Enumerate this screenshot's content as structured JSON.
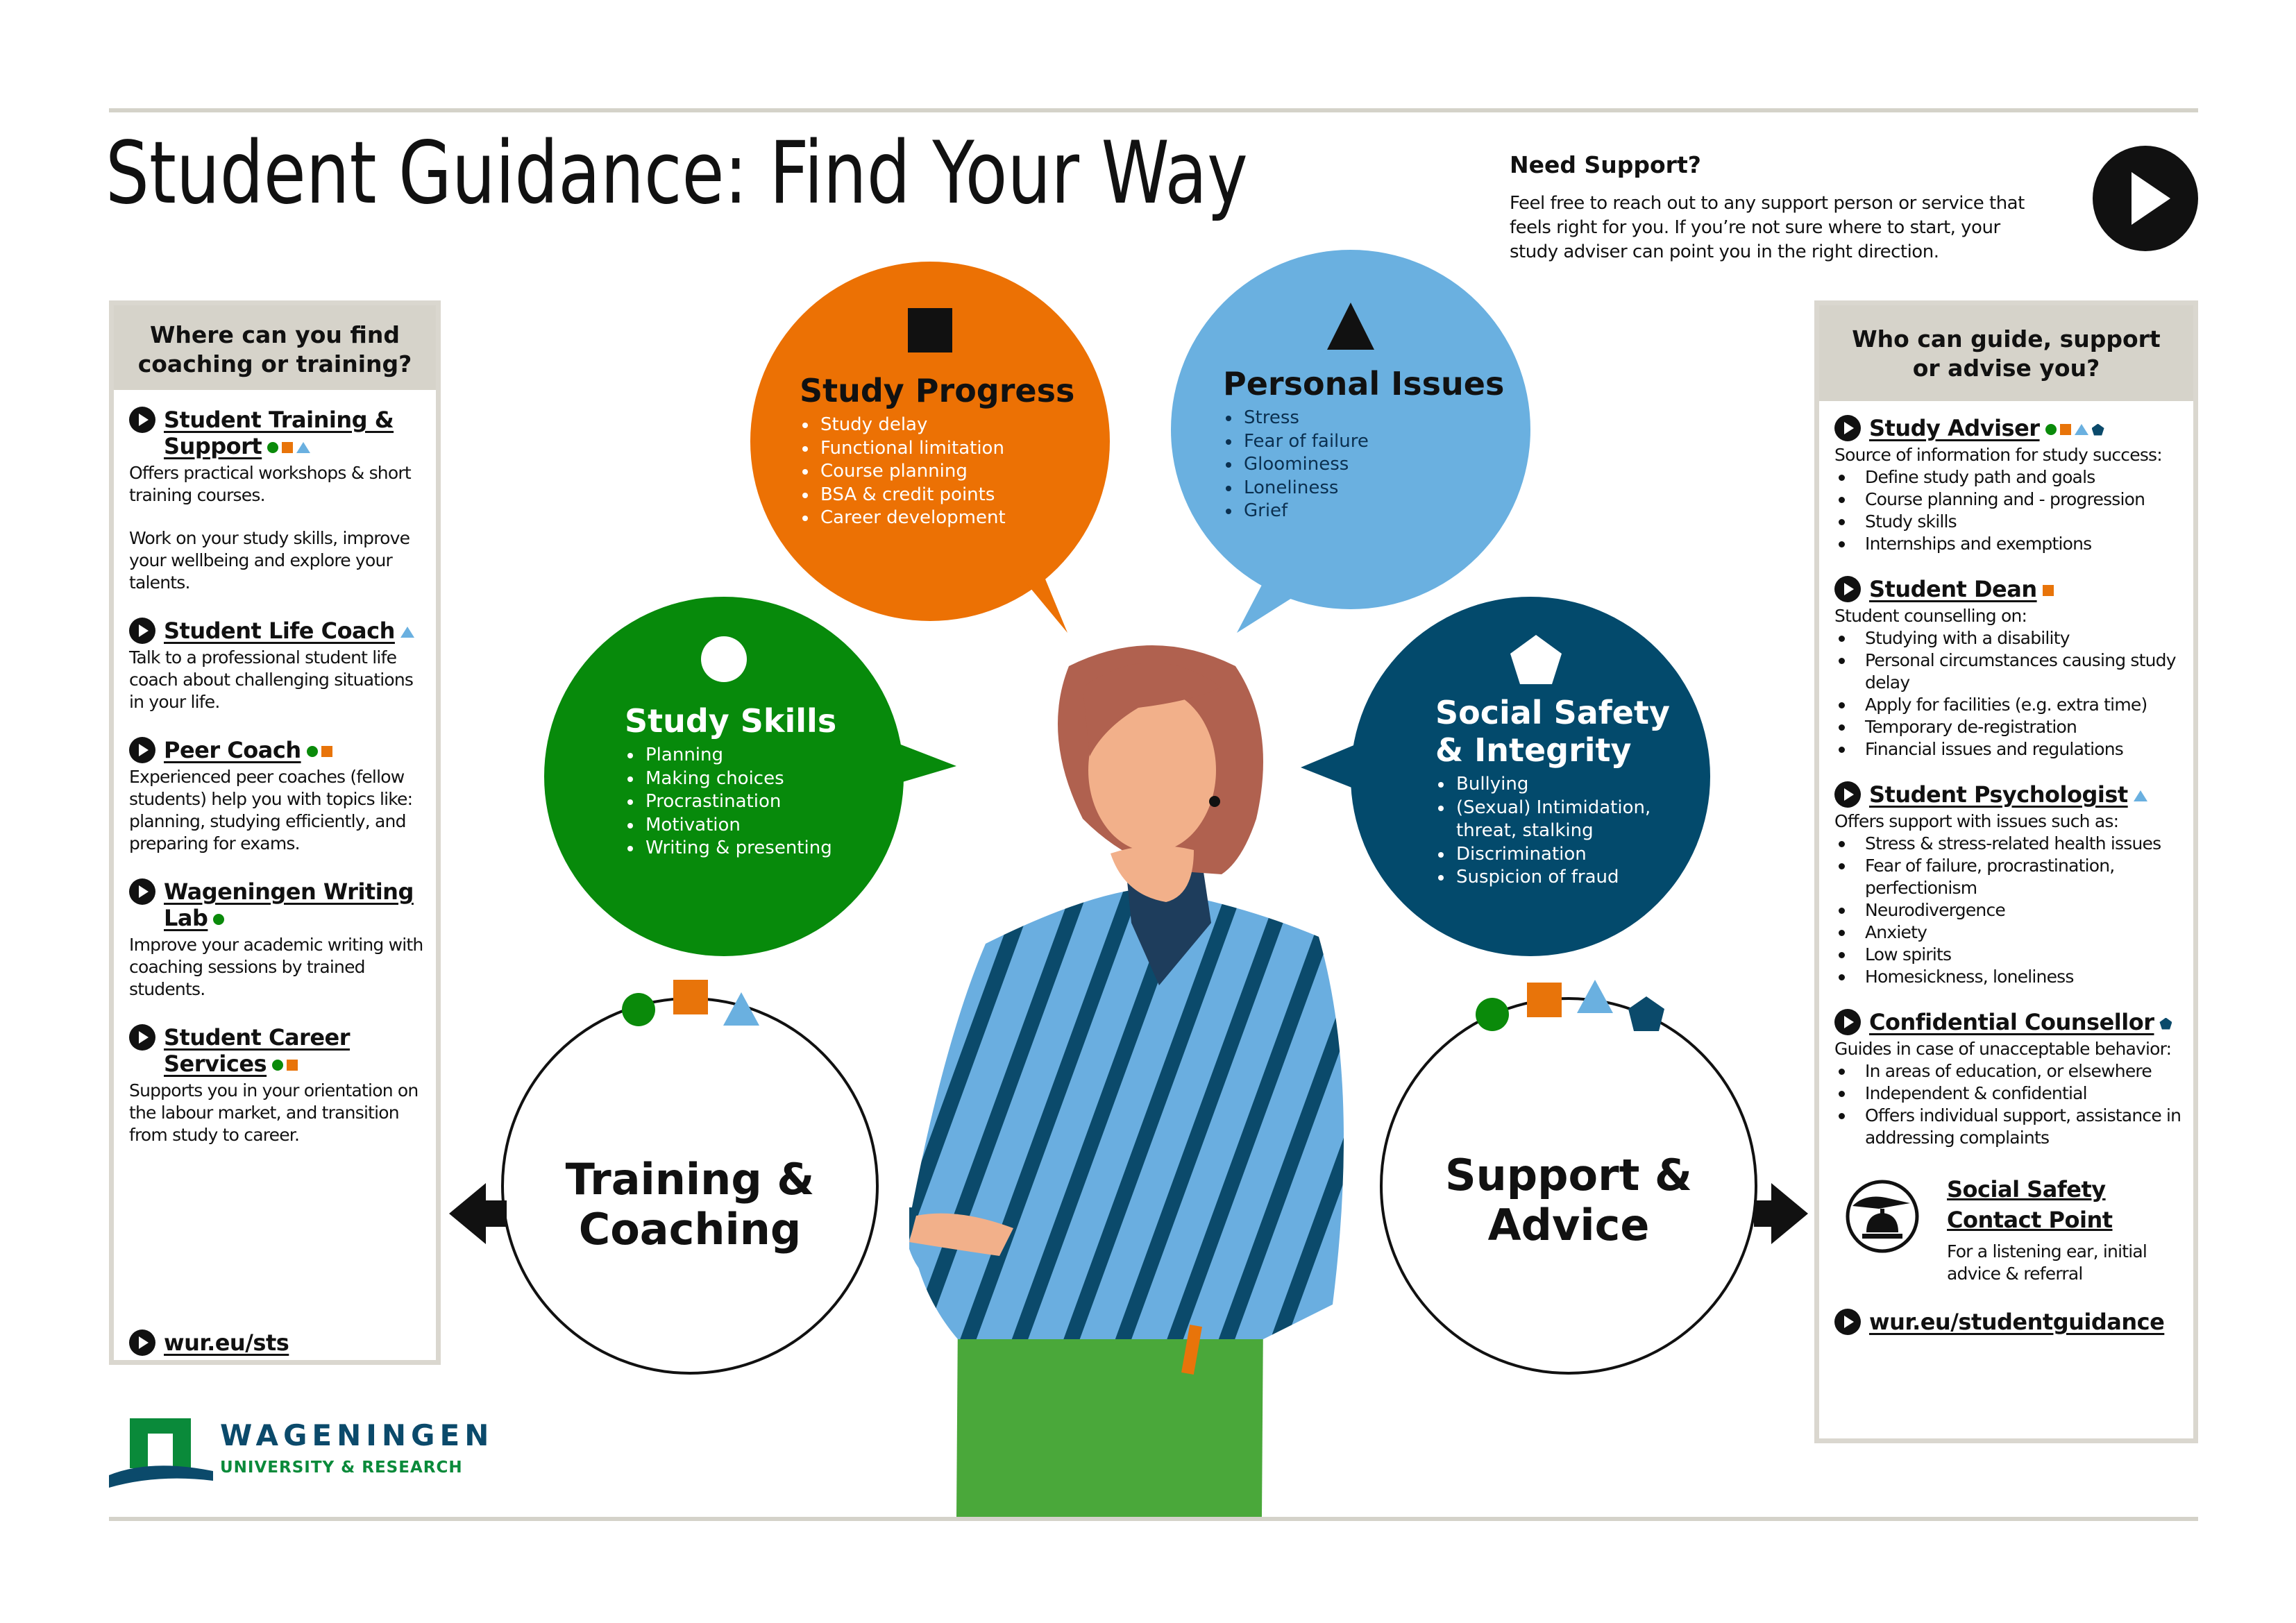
{
  "header": {
    "title": "Student Guidance: Find Your Way",
    "need_support_title": "Need Support?",
    "need_support_body": "Feel free to reach out to any support person or service that feels right for you. If you’re not sure where to start, your study adviser can point you in the right direction."
  },
  "colors": {
    "green": "#0a8a0a",
    "orange": "#e8740a",
    "light_blue": "#6ab0e0",
    "dark_blue": "#0b4a6b",
    "panel_gray": "#d6d3ca"
  },
  "left_panel": {
    "heading": "Where can you find coaching or training?",
    "items": [
      {
        "title": "Student Training & Support",
        "marks": [
          "circle",
          "square",
          "triangle"
        ],
        "desc": "Offers practical workshops & short training courses.",
        "desc2": "Work on your study skills, improve your wellbeing and explore your talents."
      },
      {
        "title": "Student Life Coach",
        "marks": [
          "triangle"
        ],
        "desc": "Talk to a professional student life coach about challenging situations in your life."
      },
      {
        "title": "Peer Coach",
        "marks": [
          "circle",
          "square"
        ],
        "desc": "Experienced peer coaches (fellow students) help you with topics like: planning, studying efficiently, and preparing for exams."
      },
      {
        "title": "Wageningen Writing Lab",
        "marks": [
          "circle"
        ],
        "desc": "Improve your academic writing with coaching sessions by trained students."
      },
      {
        "title": "Student Career Services",
        "marks": [
          "circle",
          "square"
        ],
        "desc": "Supports you in your orientation on the labour market, and transition from study to career."
      }
    ],
    "link": "wur.eu/sts"
  },
  "right_panel": {
    "heading": "Who can guide, support or advise you?",
    "items": [
      {
        "title": "Study Adviser",
        "marks": [
          "circle",
          "square",
          "triangle",
          "pentagon"
        ],
        "desc": "Source of information for study success:",
        "bullets": [
          "Define study path and goals",
          "Course planning and - progression",
          "Study skills",
          "Internships and exemptions"
        ]
      },
      {
        "title": "Student Dean",
        "marks": [
          "square"
        ],
        "desc": "Student counselling on:",
        "bullets": [
          "Studying with a disability",
          "Personal circumstances causing study delay",
          "Apply for facilities  (e.g. extra time)",
          "Temporary de-registration",
          "Financial issues and regulations"
        ]
      },
      {
        "title": "Student Psychologist",
        "marks": [
          "triangle"
        ],
        "desc": "Offers support with issues such as:",
        "bullets": [
          "Stress & stress-related health issues",
          "Fear of failure, procrastination, perfectionism",
          "Neurodivergence",
          "Anxiety",
          "Low spirits",
          "Homesickness, loneliness"
        ]
      },
      {
        "title": "Confidential Counsellor",
        "marks": [
          "pentagon"
        ],
        "desc": "Guides in case of unacceptable behavior:",
        "bullets": [
          "In areas of education, or elsewhere",
          "Independent & confidential",
          "Offers individual support, assistance in addressing complaints"
        ]
      }
    ],
    "contact_point": {
      "title_line1": "Social Safety",
      "title_line2": "Contact Point",
      "desc": "For a listening ear, initial advice & referral"
    },
    "link": "wur.eu/studentguidance"
  },
  "bubbles": [
    {
      "id": "study-progress",
      "title": "Study Progress",
      "shape": "square",
      "color": "#ec7104",
      "items": [
        "Study delay",
        "Functional limitation",
        "Course planning",
        "BSA & credit points",
        "Career development"
      ]
    },
    {
      "id": "personal-issues",
      "title": "Personal Issues",
      "shape": "triangle",
      "color": "#6ab0e0",
      "items": [
        "Stress",
        "Fear of failure",
        "Gloominess",
        "Loneliness",
        "Grief"
      ]
    },
    {
      "id": "study-skills",
      "title": "Study Skills",
      "shape": "circle",
      "color": "#078a0b",
      "items": [
        "Planning",
        "Making choices",
        "Procrastination",
        "Motivation",
        "Writing & presenting"
      ]
    },
    {
      "id": "social-safety",
      "title_line1": "Social Safety",
      "title_line2": "& Integrity",
      "shape": "pentagon",
      "color": "#034a6c",
      "items": [
        "Bullying",
        "(Sexual) Intimidation, threat, stalking",
        "Discrimination",
        "Suspicion of fraud"
      ]
    }
  ],
  "rings": {
    "training": {
      "line1": "Training &",
      "line2": "Coaching"
    },
    "support": {
      "line1": "Support &",
      "line2": "Advice"
    }
  },
  "logo": {
    "line1": "WAGENINGEN",
    "line2": "UNIVERSITY & RESEARCH"
  }
}
